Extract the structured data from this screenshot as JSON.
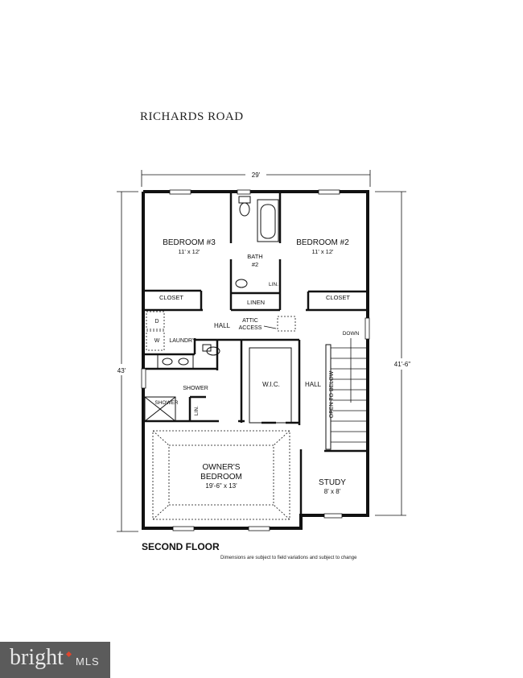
{
  "title": "RICHARDS ROAD",
  "floor_label": "SECOND FLOOR",
  "disclaimer": "Dimensions are subject to field variations and subject to change",
  "dimensions": {
    "width": "29'",
    "left_depth": "43'",
    "right_depth": "41'-6\""
  },
  "rooms": {
    "bedroom3": {
      "name": "BEDROOM #3",
      "size": "11' x 12'"
    },
    "bedroom2": {
      "name": "BEDROOM #2",
      "size": "11' x 12'"
    },
    "bath2_line1": "BATH",
    "bath2_line2": "#2",
    "lin_upper": "LIN.",
    "closet_left": "CLOSET",
    "closet_right": "CLOSET",
    "linen": "LINEN",
    "hall_upper": "HALL",
    "attic_line1": "ATTIC",
    "attic_line2": "ACCESS",
    "down": "DOWN",
    "dryer": "D",
    "washer": "W",
    "laundry": "LAUNDRY",
    "shower_area": "SHOWER",
    "shower_stall": "SHOWER",
    "lin_lower": "LIN.",
    "wic": "W.I.C.",
    "hall_lower": "HALL",
    "open_to_below": "OPEN TO BELOW",
    "owners_line1": "OWNER'S",
    "owners_line2": "BEDROOM",
    "owners_size": "19'-6\" x 13'",
    "study": {
      "name": "STUDY",
      "size": "8' x 8'"
    }
  },
  "logo": {
    "brand": "bright",
    "suffix": "MLS",
    "accent": "#e0452d"
  }
}
